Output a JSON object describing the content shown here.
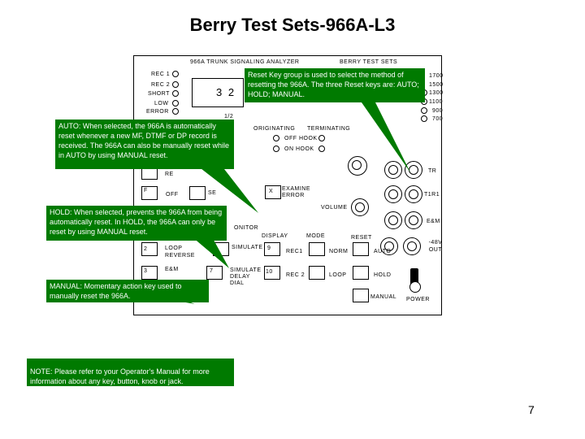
{
  "page": {
    "title": "Berry Test Sets-966A-L3",
    "page_number": "7"
  },
  "panel": {
    "header_left": "966A TRUNK SIGNALING ANALYZER",
    "header_right": "BERRY TEST SETS",
    "display_digits": "3 2",
    "small_mark": "1/2",
    "leds_left": [
      "REC 1",
      "REC 2",
      "SHORT",
      "LOW",
      "ERROR"
    ],
    "freq_labels": [
      "1700",
      "1500",
      "1300",
      "1100",
      "900",
      "700"
    ],
    "originating": "ORIGINATING",
    "terminating": "TERMINATING",
    "off_hook": "OFF HOOK",
    "on_hook": "ON HOOK",
    "reset_partial": "RE",
    "key_f": "F",
    "off_label": "OFF",
    "se_label": "SE",
    "key_x": "X",
    "examine_error": "EXAMINE ERROR",
    "volume": "VOLUME",
    "monitor_partial": "ONITOR",
    "display": "DISPLAY",
    "mode": "MODE",
    "reset": "RESET",
    "key_2": "2",
    "loop_reverse": "LOOP REVERSE",
    "simulate": "SIMULATE",
    "key_9": "9",
    "rec1": "REC1",
    "norm": "NORM",
    "auto": "AUTO",
    "key_3": "3",
    "em_key": "E&M",
    "key_7": "7",
    "sim_delay": "SIMULATE DELAY DIAL",
    "key_10": "10",
    "rec2": "REC 2",
    "loop": "LOOP",
    "hold": "HOLD",
    "manual": "MANUAL",
    "power": "POWER",
    "tr": "TR",
    "t1r1": "T1R1",
    "em_jack": "E&M",
    "out_48v": "-48V OUT"
  },
  "callouts": {
    "reset_group": "Reset Key group is used to select the method of resetting the 966A. The three Reset keys are: AUTO; HOLD; MANUAL.",
    "auto": "AUTO: When selected, the 966A is automatically reset whenever a new MF, DTMF or DP record is received. The 966A can also be manually reset while in AUTO by using MANUAL reset.",
    "hold": "HOLD: When selected, prevents the 966A from being automatically reset. In HOLD, the 966A can only be reset by using MANUAL reset.",
    "manual": "MANUAL: Momentary action key used to manually reset the 966A.",
    "note": "NOTE: Please refer to your Operator's Manual for more information about any key, button, knob or jack."
  },
  "colors": {
    "callout_bg": "#007a00",
    "callout_text": "#ffffff"
  }
}
